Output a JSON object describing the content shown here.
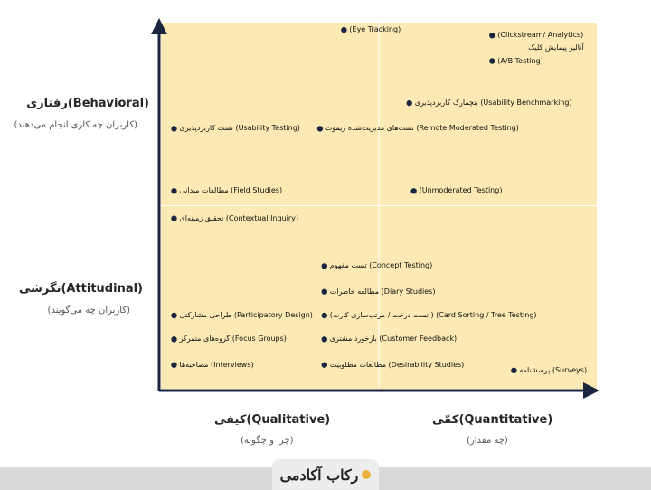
{
  "colors": {
    "background": "#ffffff",
    "plot_fill": "#fde9b4",
    "grid": "#ffffff",
    "axis": "#1a2540",
    "point": "#1a2540",
    "footer": "#d9d9d9"
  },
  "labels": {
    "y_top": "رفتاری(Behavioral)",
    "y_top_sub": "(کاربران چه کاری انجام می‌دهند)",
    "y_bottom": "نگرشی(Attitudinal)",
    "y_bottom_sub": "(کاربران چه می‌گویند)",
    "x_left": "کیفی(Qualitative)",
    "x_left_sub": "(چرا و چگونه)",
    "x_right": "کمّی(Quantitative)",
    "x_right_sub": "(چه مقدار)",
    "footer_logo": "رکاب آکادمی"
  },
  "chart_data": {
    "type": "scatter",
    "x_axis": {
      "low": "Qualitative",
      "high": "Quantitative",
      "range": [
        0,
        1
      ]
    },
    "y_axis": {
      "low": "Attitudinal",
      "high": "Behavioral",
      "range": [
        0,
        1
      ]
    },
    "grid": true,
    "points": [
      {
        "label": "(Eye Tracking)",
        "x": 0.42,
        "y": 0.98
      },
      {
        "label": "(Clickstream/ Analytics)",
        "label2": "آنالیز پیمایش کلیک",
        "x": 0.76,
        "y": 0.965
      },
      {
        "label": "(A/B Testing)",
        "x": 0.76,
        "y": 0.895
      },
      {
        "label": "بنچمارک کاربردپذیری (Usability Benchmarking)",
        "x": 0.57,
        "y": 0.78
      },
      {
        "label": "تست کاربردپذیری (Usability Testing)",
        "x": 0.03,
        "y": 0.71
      },
      {
        "label": "تست‌های مدیریت‌شده ریموت (Remote Moderated Testing)",
        "x": 0.365,
        "y": 0.71
      },
      {
        "label": "مطالعات میدانی (Field Studies)",
        "x": 0.03,
        "y": 0.54
      },
      {
        "label": "(Unmoderated Testing)",
        "x": 0.58,
        "y": 0.54
      },
      {
        "label": "تحقیق زمینه‌ای (Contextual Inquiry)",
        "x": 0.03,
        "y": 0.465
      },
      {
        "label": "تست مفهوم (Concept Testing)",
        "x": 0.375,
        "y": 0.335
      },
      {
        "label": "مطالعه خاطرات (Diary Studies)",
        "x": 0.375,
        "y": 0.265
      },
      {
        "label": "طراحی مشارکتی (Participatory Design)",
        "x": 0.03,
        "y": 0.2
      },
      {
        "label": "(تست درخت / مرتب‌سازی کارت ) (Card Sorting / Tree Testing)",
        "x": 0.375,
        "y": 0.2
      },
      {
        "label": "گروه‌های متمرکز (Focus Groups)",
        "x": 0.03,
        "y": 0.135
      },
      {
        "label": "بازخورد مشتری (Customer Feedback)",
        "x": 0.375,
        "y": 0.135
      },
      {
        "label": "مصاحبه‌ها (Interviews)",
        "x": 0.03,
        "y": 0.065
      },
      {
        "label": "مطالعات مطلوبیت (Desirability Studies)",
        "x": 0.375,
        "y": 0.065
      },
      {
        "label": "پرسشنامه (Surveys)",
        "x": 0.81,
        "y": 0.05
      }
    ]
  }
}
